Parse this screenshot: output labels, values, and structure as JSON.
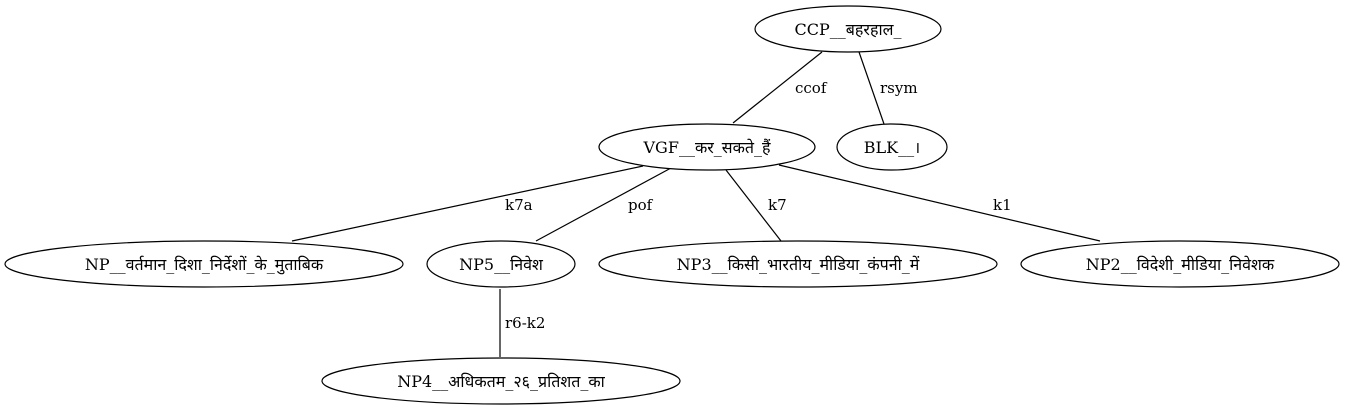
{
  "diagram": {
    "nodes": {
      "ccp": {
        "label": "CCP__बहरहाल_"
      },
      "blk": {
        "label": "BLK__।"
      },
      "vgf": {
        "label": "VGF__कर_सकते_हैं"
      },
      "np": {
        "label": "NP__वर्तमान_दिशा_निर्देशों_के_मुताबिक"
      },
      "np5": {
        "label": "NP5__निवेश"
      },
      "np3": {
        "label": "NP3__किसी_भारतीय_मीडिया_कंपनी_में"
      },
      "np2": {
        "label": "NP2__विदेशी_मीडिया_निवेशक"
      },
      "np4": {
        "label": "NP4__अधिकतम_२६_प्रतिशत_का"
      }
    },
    "edges": {
      "ccof": {
        "label": "ccof"
      },
      "rsym": {
        "label": "rsym"
      },
      "k7a": {
        "label": "k7a"
      },
      "pof": {
        "label": "pof"
      },
      "k7": {
        "label": "k7"
      },
      "k1": {
        "label": "k1"
      },
      "r6k2": {
        "label": "r6-k2"
      }
    }
  }
}
